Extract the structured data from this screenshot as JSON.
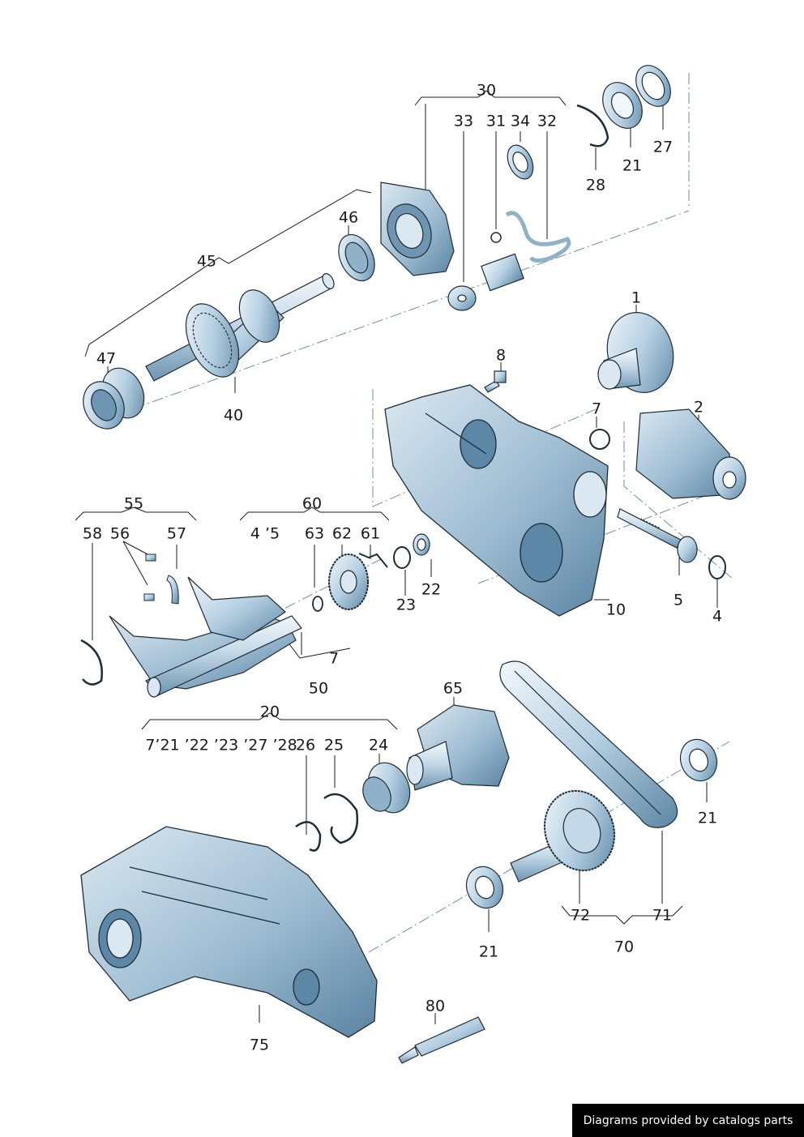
{
  "part_labels": [
    {
      "id": "30",
      "text": "30"
    },
    {
      "id": "33",
      "text": "33"
    },
    {
      "id": "31",
      "text": "31"
    },
    {
      "id": "34",
      "text": "34"
    },
    {
      "id": "32",
      "text": "32"
    },
    {
      "id": "27",
      "text": "27"
    },
    {
      "id": "21a",
      "text": "21"
    },
    {
      "id": "28",
      "text": "28"
    },
    {
      "id": "46",
      "text": "46"
    },
    {
      "id": "45",
      "text": "45"
    },
    {
      "id": "47",
      "text": "47"
    },
    {
      "id": "40",
      "text": "40"
    },
    {
      "id": "1",
      "text": "1"
    },
    {
      "id": "8",
      "text": "8"
    },
    {
      "id": "7a",
      "text": "7"
    },
    {
      "id": "2",
      "text": "2"
    },
    {
      "id": "55",
      "text": "55"
    },
    {
      "id": "60",
      "text": "60"
    },
    {
      "id": "58",
      "text": "58"
    },
    {
      "id": "56",
      "text": "56"
    },
    {
      "id": "57",
      "text": "57"
    },
    {
      "id": "4_5",
      "text": "4 ’5"
    },
    {
      "id": "63",
      "text": "63"
    },
    {
      "id": "62",
      "text": "62"
    },
    {
      "id": "61",
      "text": "61"
    },
    {
      "id": "22",
      "text": "22"
    },
    {
      "id": "23",
      "text": "23"
    },
    {
      "id": "5",
      "text": "5"
    },
    {
      "id": "4",
      "text": "4"
    },
    {
      "id": "10",
      "text": "10"
    },
    {
      "id": "7b",
      "text": "7"
    },
    {
      "id": "50",
      "text": "50"
    },
    {
      "id": "65",
      "text": "65"
    },
    {
      "id": "20",
      "text": "20"
    },
    {
      "id": "group20",
      "text": "7’21 ’22 ’23 ’27 ’28"
    },
    {
      "id": "26",
      "text": "26"
    },
    {
      "id": "25",
      "text": "25"
    },
    {
      "id": "24",
      "text": "24"
    },
    {
      "id": "21b",
      "text": "21"
    },
    {
      "id": "72",
      "text": "72"
    },
    {
      "id": "71",
      "text": "71"
    },
    {
      "id": "70",
      "text": "70"
    },
    {
      "id": "21c",
      "text": "21"
    },
    {
      "id": "80",
      "text": "80"
    },
    {
      "id": "75",
      "text": "75"
    }
  ],
  "credit": "Diagrams provided by catalogs parts",
  "colors": {
    "metal_light": "#e8f1f8",
    "metal_mid": "#a9c6da",
    "metal_dark": "#5d87a6",
    "outline": "#1e2c36"
  }
}
